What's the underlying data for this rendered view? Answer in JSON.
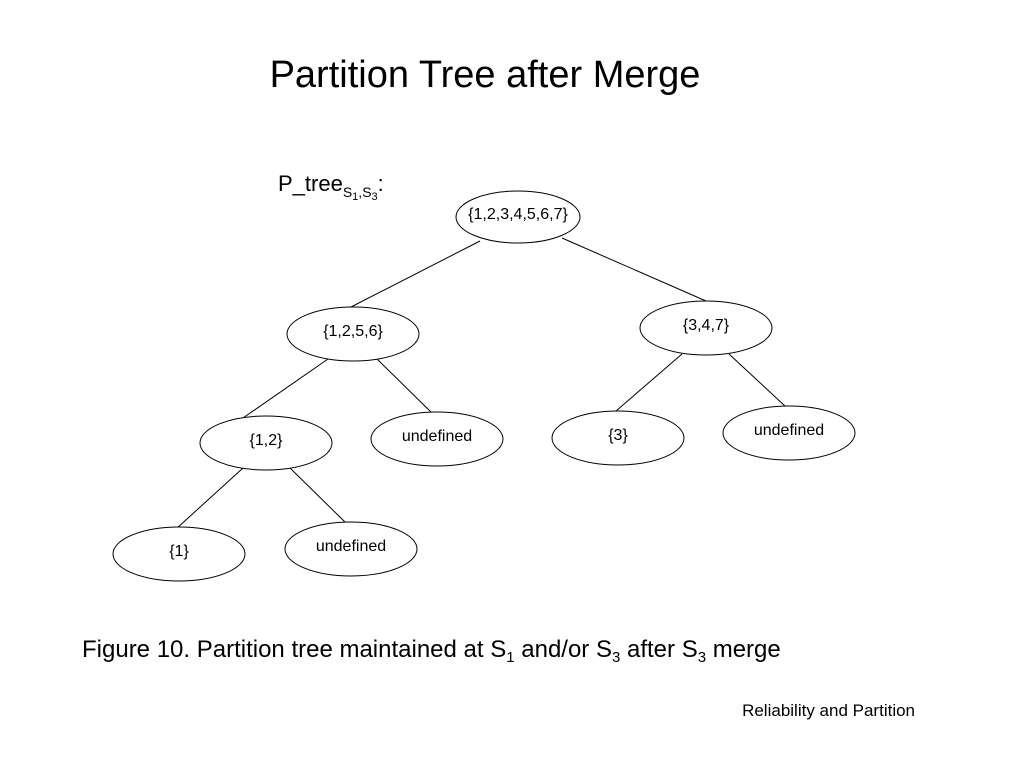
{
  "title": "Partition Tree after Merge",
  "tree_label": {
    "base": "P_tree",
    "sub_s": "S",
    "sub_1": "1",
    "sub_comma": ",",
    "sub_3": "3",
    "colon": ":"
  },
  "tree": {
    "nodes": [
      {
        "id": "root",
        "label": "{1,2,3,4,5,6,7}"
      },
      {
        "id": "n1256",
        "label": "{1,2,5,6}"
      },
      {
        "id": "n347",
        "label": "{3,4,7}"
      },
      {
        "id": "n12",
        "label": "{1,2}"
      },
      {
        "id": "n1256-undef",
        "label": "undefined"
      },
      {
        "id": "n3",
        "label": "{3}"
      },
      {
        "id": "n347-undef",
        "label": "undefined"
      },
      {
        "id": "n1",
        "label": "{1}"
      },
      {
        "id": "n12-undef",
        "label": "undefined"
      }
    ],
    "edges": [
      [
        "root",
        "n1256"
      ],
      [
        "root",
        "n347"
      ],
      [
        "n1256",
        "n12"
      ],
      [
        "n1256",
        "n1256-undef"
      ],
      [
        "n347",
        "n3"
      ],
      [
        "n347",
        "n347-undef"
      ],
      [
        "n12",
        "n1"
      ],
      [
        "n12",
        "n12-undef"
      ]
    ]
  },
  "caption": {
    "prefix": "Figure 10. Partition tree maintained at S",
    "sub1": "1",
    "mid1": " and/or S",
    "sub2": "3",
    "mid2": " after S",
    "sub3": "3",
    "suffix": " merge"
  },
  "footer": "Reliability and Partition"
}
